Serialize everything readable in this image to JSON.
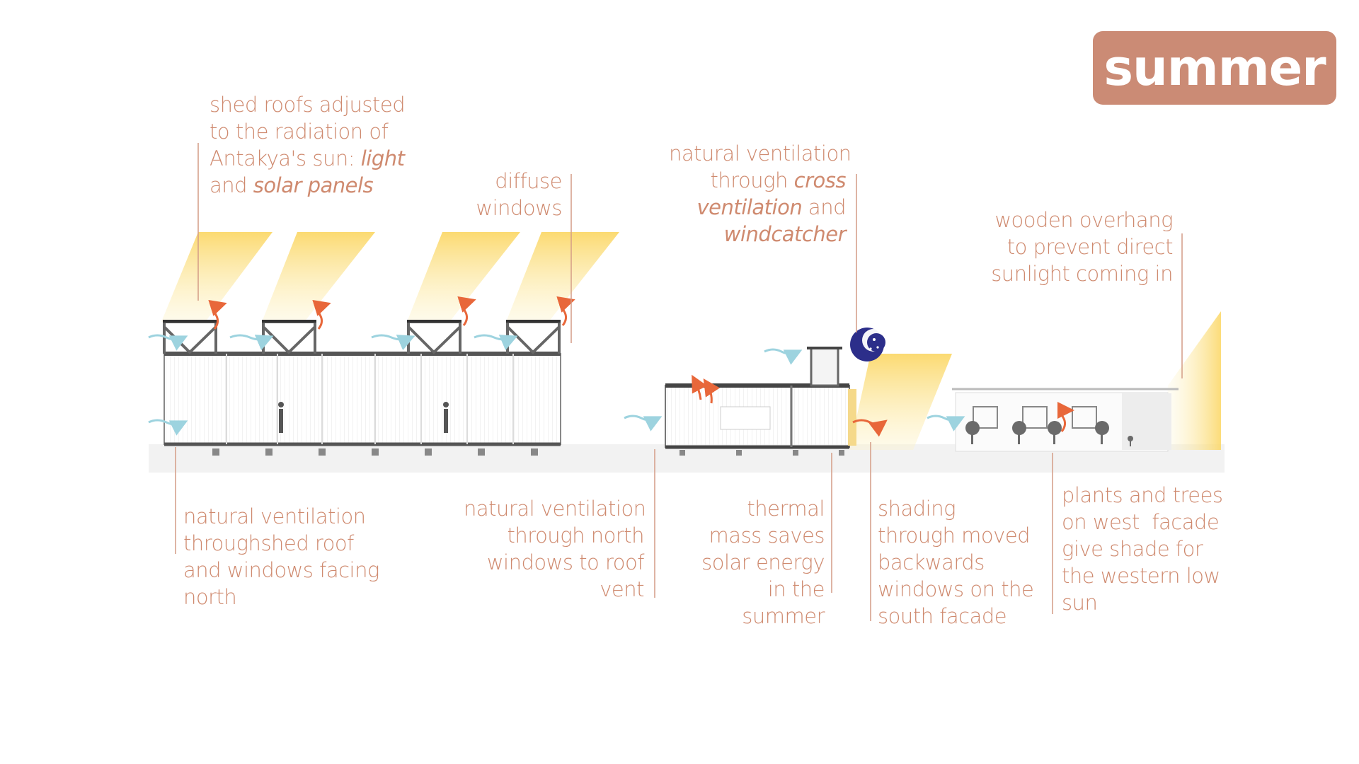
{
  "badge": {
    "label": "summer",
    "color": "#cb8b75"
  },
  "colors": {
    "label_text": "#cf8a6f",
    "leader_line": "#d49c86",
    "warm_air": "#e8673a",
    "cool_air": "#9dd3df",
    "moon": "#2c2e8a"
  },
  "icons": [
    "sun-ray",
    "cool-air-arrow",
    "warm-air-arrow",
    "moon-icon",
    "tree-icon",
    "person-icon"
  ],
  "annotations": {
    "shed_roofs": {
      "l1": "shed roofs adjusted",
      "l2": "to the radiation of",
      "l3_a": "Antakya's sun: ",
      "l3_b": "light",
      "l4_a": "and ",
      "l4_b": "solar panels"
    },
    "diffuse": {
      "l1": "diffuse",
      "l2": "windows"
    },
    "cross_vent": {
      "l1": "natural ventilation",
      "l2_a": "through ",
      "l2_b": "cross",
      "l3_a": "ventilation",
      "l3_b": " and",
      "l4": "windcatcher"
    },
    "overhang": {
      "l1": "wooden overhang",
      "l2": "to prevent direct",
      "l3": "sunlight coming in"
    },
    "shed_vent": {
      "l1": "natural ventilation",
      "l2": "throughshed roof",
      "l3": "and windows facing",
      "l4": "north"
    },
    "north_vent": {
      "l1": "natural ventilation",
      "l2": "through north",
      "l3": "windows to roof",
      "l4": "vent"
    },
    "thermal": {
      "l1": "thermal",
      "l2": "mass saves",
      "l3": "solar energy",
      "l4": "in the",
      "l5": "summer"
    },
    "shading": {
      "l1": "shading",
      "l2": "through moved",
      "l3": "backwards",
      "l4": "windows on the",
      "l5": "south facade"
    },
    "plants": {
      "l1": "plants and trees",
      "l2": "on west  facade",
      "l3": "give shade for",
      "l4": "the western low",
      "l5": "sun"
    }
  }
}
